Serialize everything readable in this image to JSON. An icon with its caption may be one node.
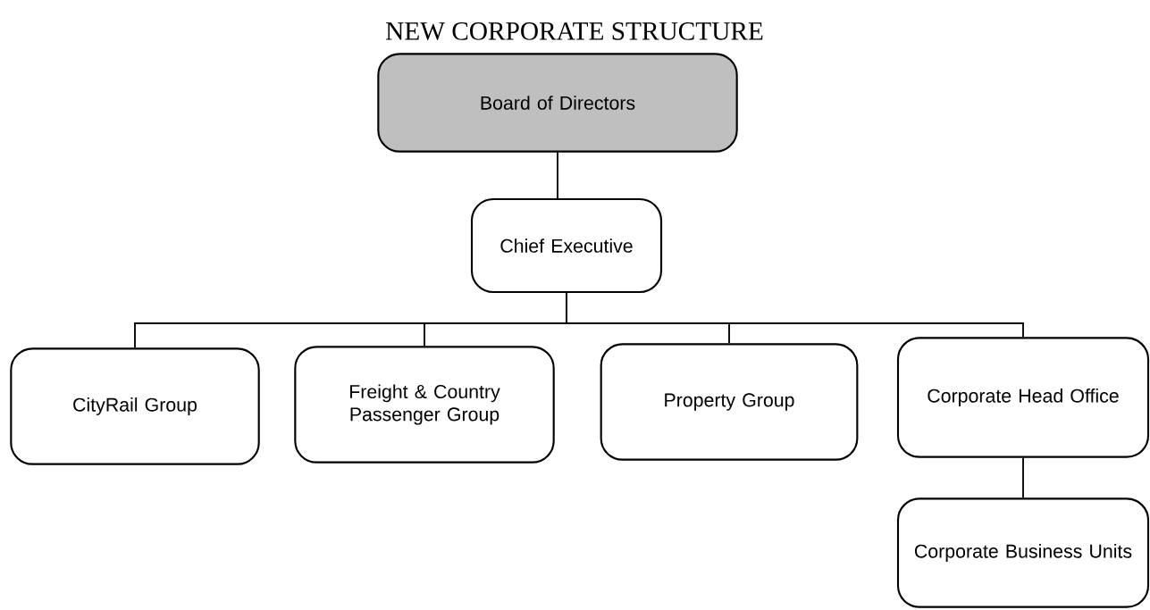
{
  "diagram": {
    "title": "NEW CORPORATE STRUCTURE",
    "nodes": [
      {
        "text": [
          "Board of Directors"
        ]
      },
      {
        "text": [
          "Chief Executive"
        ]
      },
      {
        "text": [
          "CityRail Group"
        ]
      },
      {
        "text": [
          "Freight & Country Passenger Group"
        ]
      },
      {
        "text": [
          "Property Group"
        ]
      },
      {
        "text": [
          "Corporate Head Office"
        ]
      },
      {
        "text": [
          "Corporate Business Units"
        ]
      }
    ],
    "edges": [
      {
        "from": 0,
        "to": 1,
        "arrow": "none"
      },
      {
        "from": 1,
        "to": 2,
        "arrow": "none"
      },
      {
        "from": 1,
        "to": 3,
        "arrow": "none"
      },
      {
        "from": 1,
        "to": 4,
        "arrow": "none"
      },
      {
        "from": 1,
        "to": 5,
        "arrow": "none"
      },
      {
        "from": 5,
        "to": 6,
        "arrow": "none"
      }
    ]
  }
}
